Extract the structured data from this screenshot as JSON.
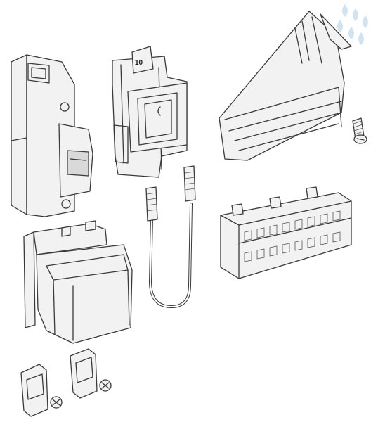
{
  "figure": {
    "fuse_holder_marking": "10",
    "watermark_color": "#cfe3f3",
    "line_color": "#3a3a3a",
    "components": [
      {
        "name": "miniature-circuit-breaker"
      },
      {
        "name": "fuse-holder"
      },
      {
        "name": "cable-duct"
      },
      {
        "name": "screw"
      },
      {
        "name": "wire-jumper"
      },
      {
        "name": "terminal-block"
      },
      {
        "name": "enclosure-module"
      },
      {
        "name": "terminal-clamp"
      },
      {
        "name": "terminal-clamp"
      }
    ]
  }
}
